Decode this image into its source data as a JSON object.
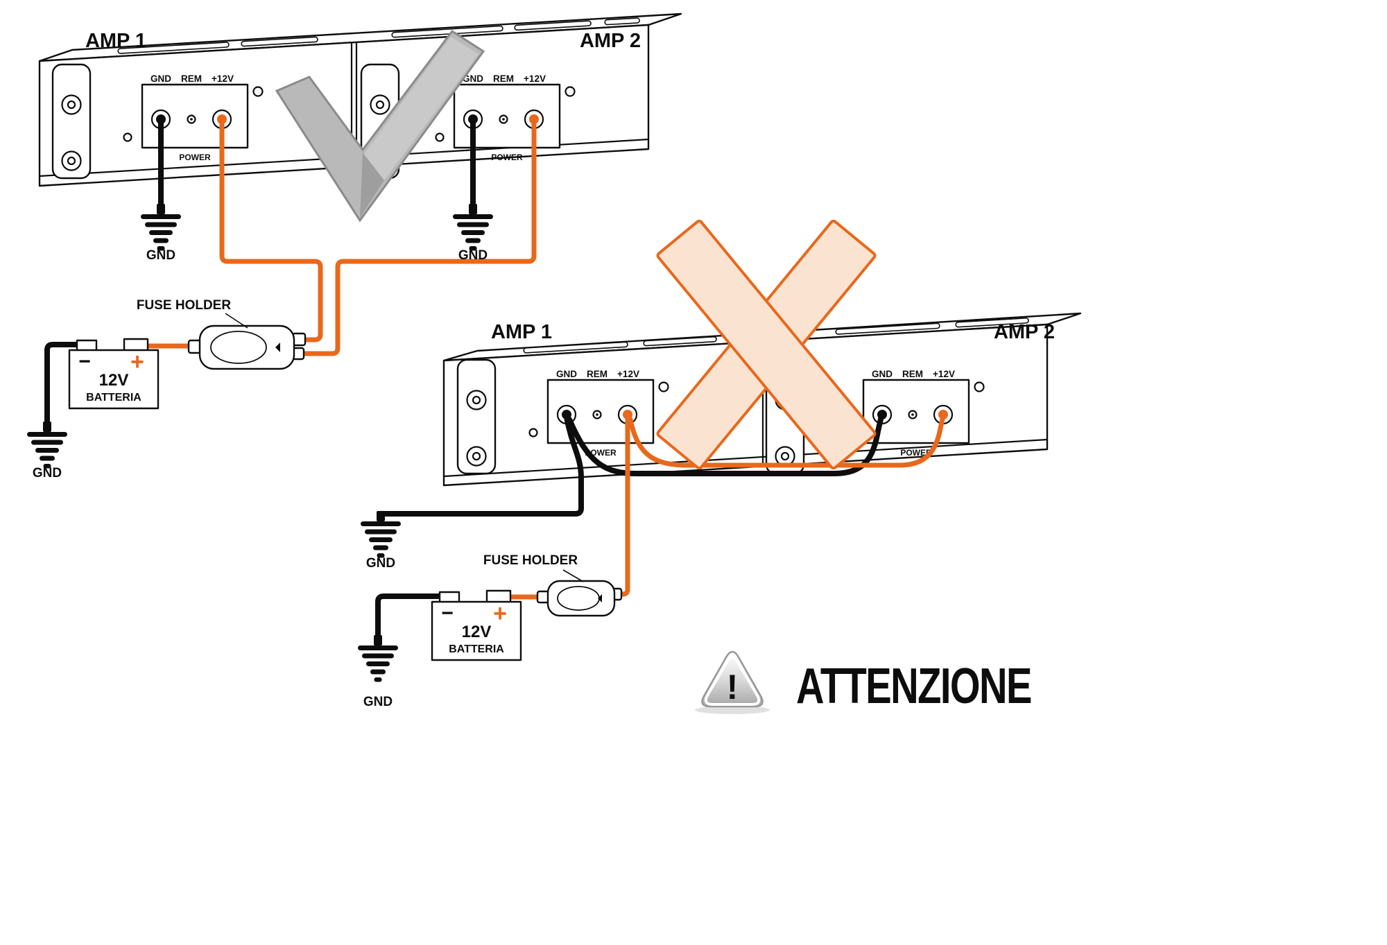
{
  "page": {
    "kind": "amplifier power wiring diagram (correct vs incorrect)",
    "background": "#FFFFFF"
  },
  "labels": {
    "amp1": "AMP 1",
    "amp2": "AMP 2",
    "terminal_gnd": "GND",
    "terminal_rem": "REM",
    "terminal_12v": "+12V",
    "power": "POWER",
    "ground": "GND",
    "fuse_holder": "FUSE HOLDER",
    "battery_minus": "−",
    "battery_plus": "+",
    "battery_voltage": "12V",
    "battery_name": "BATTERIA",
    "warning_mark": "!",
    "warning_title": "ATTENZIONE"
  },
  "icons": {
    "correct": "gray-checkmark-icon",
    "incorrect": "orange-cross-icon",
    "warning": "warning-triangle-icon",
    "ground": "chassis-ground-icon"
  },
  "colors": {
    "power_wire_orange": "#E8681C",
    "ground_wire_black": "#0D0D0D",
    "cross_fill": "#FBE3D1",
    "check_gray": "#B9B9B9",
    "line_black": "#0D0D0D",
    "background": "#FFFFFF"
  }
}
